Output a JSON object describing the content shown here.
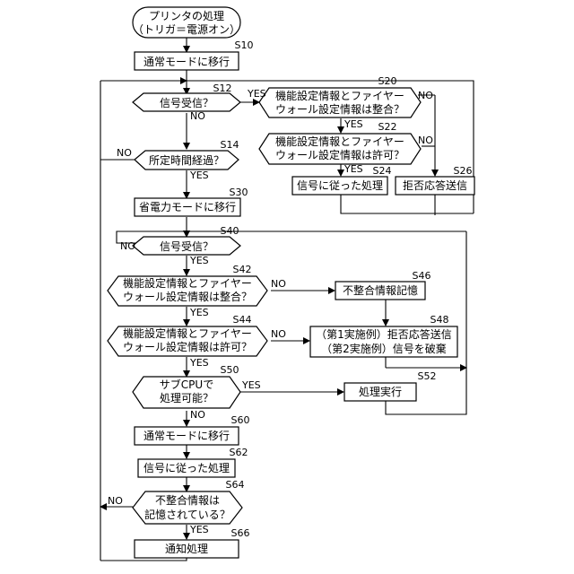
{
  "flowchart": {
    "start": {
      "line1": "プリンタの処理",
      "line2": "（トリガ＝電源オン）"
    },
    "steps": {
      "s10": "S10",
      "s12": "S12",
      "s14": "S14",
      "s20": "S20",
      "s22": "S22",
      "s24": "S24",
      "s26": "S26",
      "s30": "S30",
      "s40": "S40",
      "s42": "S42",
      "s44": "S44",
      "s46": "S46",
      "s48": "S48",
      "s50": "S50",
      "s52": "S52",
      "s60": "S60",
      "s62": "S62",
      "s64": "S64",
      "s66": "S66"
    },
    "nodes": {
      "n10": "通常モードに移行",
      "n12": "信号受信？",
      "n14": "所定時間経過？",
      "n20_l1": "機能設定情報とファイヤー",
      "n20_l2": "ウォール設定情報は整合？",
      "n22_l1": "機能設定情報とファイヤー",
      "n22_l2": "ウォール設定情報は許可？",
      "n24": "信号に従った処理",
      "n26": "拒否応答送信",
      "n30": "省電力モードに移行",
      "n40": "信号受信？",
      "n42_l1": "機能設定情報とファイヤー",
      "n42_l2": "ウォール設定情報は整合？",
      "n44_l1": "機能設定情報とファイヤー",
      "n44_l2": "ウォール設定情報は許可？",
      "n46": "不整合情報記憶",
      "n48_l1": "（第1実施例）拒否応答送信",
      "n48_l2": "（第2実施例）信号を破棄",
      "n50_l1": "サブCPUで",
      "n50_l2": "処理可能？",
      "n52": "処理実行",
      "n60": "通常モードに移行",
      "n62": "信号に従った処理",
      "n64_l1": "不整合情報は",
      "n64_l2": "記憶されている？",
      "n66": "通知処理"
    },
    "labels": {
      "yes": "YES",
      "no": "NO"
    }
  }
}
